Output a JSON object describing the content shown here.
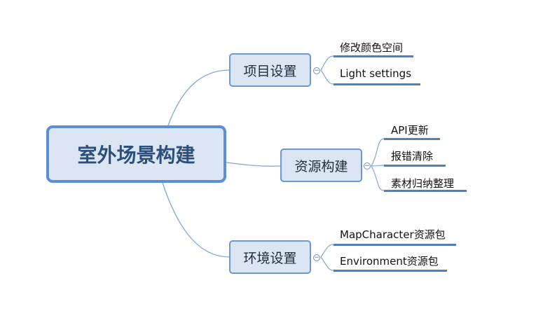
{
  "diagram": {
    "root": {
      "label": "室外场景构建"
    },
    "branches": [
      {
        "label": "项目设置",
        "collapse_symbol": "−",
        "leaves": [
          {
            "label": "修改颜色空间"
          },
          {
            "label": "Light settings"
          }
        ]
      },
      {
        "label": "资源构建",
        "collapse_symbol": "−",
        "leaves": [
          {
            "label": "API更新"
          },
          {
            "label": "报错清除"
          },
          {
            "label": "素材归纳整理"
          }
        ]
      },
      {
        "label": "环境设置",
        "collapse_symbol": "−",
        "leaves": [
          {
            "label": "MapCharacter资源包"
          },
          {
            "label": "Environment资源包"
          }
        ]
      }
    ],
    "colors": {
      "node_fill": "#dbe5f3",
      "node_border": "#5b8fd0",
      "connector": "#7fa6d6",
      "leaf_underline": "#4f7fbd",
      "root_text": "#2c4f7c"
    }
  }
}
